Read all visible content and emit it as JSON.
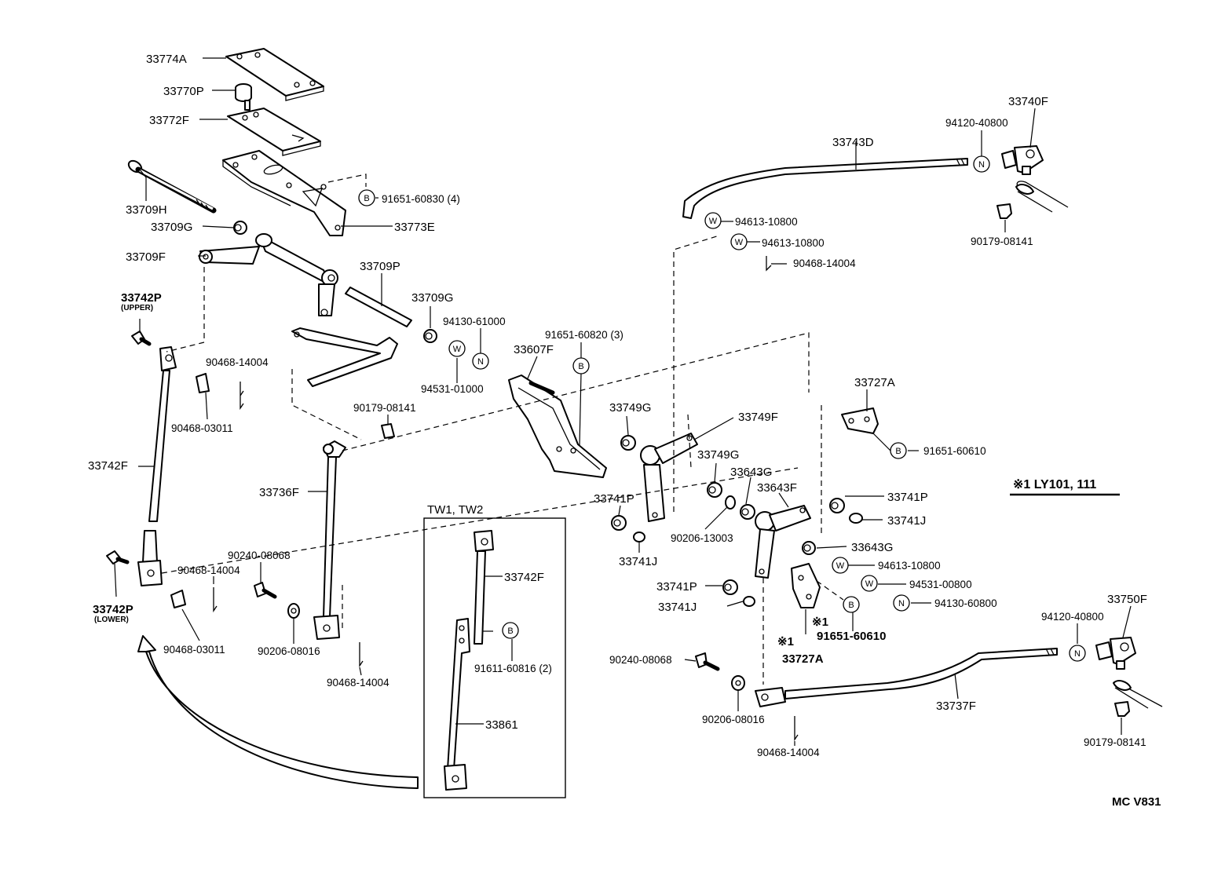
{
  "labels": {
    "p33774A": "33774A",
    "p33770P": "33770P",
    "p33772F": "33772F",
    "p33709H": "33709H",
    "p33709G_a": "33709G",
    "p33709F": "33709F",
    "p33742P_upper": "33742P",
    "upper": "(UPPER)",
    "p90468_14004_a": "90468-14004",
    "p90468_03011_a": "90468-03011",
    "p33742F_a": "33742F",
    "p33742P_lower": "33742P",
    "lower": "(LOWER)",
    "p90468_14004_b": "90468-14004",
    "p90468_03011_b": "90468-03011",
    "p90240_08068_a": "90240-08068",
    "p90206_08016_a": "90206-08016",
    "p90468_14004_c": "90468-14004",
    "p33736F": "33736F",
    "p90179_08141_a": "90179-08141",
    "p91651_60830": "91651-60830 (4)",
    "p33773E": "33773E",
    "p33709P": "33709P",
    "p33709G_b": "33709G",
    "p94130_61000": "94130-61000",
    "p94531_01000": "94531-01000",
    "p91651_60820": "91651-60820 (3)",
    "p33607F": "33607F",
    "p33743D": "33743D",
    "p94120_40800_a": "94120-40800",
    "p33740F": "33740F",
    "p94613_10800_a": "94613-10800",
    "p94613_10800_b": "94613-10800",
    "p90468_14004_d": "90468-14004",
    "p90179_08141_b": "90179-08141",
    "p33749G_a": "33749G",
    "p33749F": "33749F",
    "p33749G_b": "33749G",
    "p33643G_a": "33643G",
    "p33643F": "33643F",
    "p33727A_a": "33727A",
    "p91651_60610_a": "91651-60610",
    "p33741P_a": "33741P",
    "p33741J_a": "33741J",
    "p90206_13003": "90206-13003",
    "p33741P_b": "33741P",
    "p33741J_b": "33741J",
    "p33643G_b": "33643G",
    "p94613_10800_c": "94613-10800",
    "p94531_00800": "94531-00800",
    "p94130_60800": "94130-60800",
    "p33741P_c": "33741P",
    "p33741J_c": "33741J",
    "p91651_60610_b": "91651-60610",
    "p33727A_b": "33727A",
    "mark1": "※1",
    "mark2": "※1",
    "p94120_40800_b": "94120-40800",
    "p33750F": "33750F",
    "p90240_08068_b": "90240-08068",
    "p90206_08016_b": "90206-08016",
    "p90468_14004_e": "90468-14004",
    "p33737F": "33737F",
    "p90179_08141_c": "90179-08141",
    "tw_title": "TW1, TW2",
    "p33742F_b": "33742F",
    "p91611_60816": "91611-60816 (2)",
    "p33861": "33861",
    "legend": "※1 LY101, 111",
    "code": "MC  V831"
  },
  "symbols": {
    "bolt": "B",
    "nut": "N",
    "washer": "W"
  }
}
